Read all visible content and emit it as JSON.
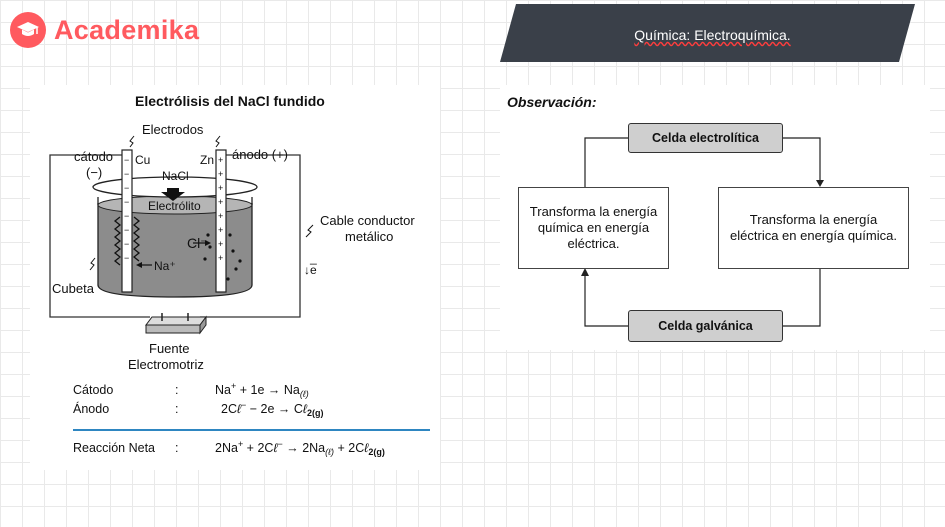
{
  "brand": {
    "name": "Academika",
    "color": "#ff5a5f"
  },
  "header": {
    "topic": "Química: Electroquímica."
  },
  "left": {
    "title": "Electrólisis del NaCl fundido",
    "labels": {
      "electrodos": "Electrodos",
      "catodo": "cátodo",
      "catodo_sign": "(−)",
      "anodo": "ánodo (+)",
      "cu": "Cu",
      "zn": "Zn",
      "nacl": "NaCl",
      "electrolito": "Electrólito",
      "cl_ion": "Cl⁻",
      "na_ion": "Na⁺",
      "cable": "Cable conductor",
      "cable2": "metálico",
      "e_arrow": "↓e̅",
      "cubeta": "Cubeta",
      "fuente": "Fuente",
      "fuente2": "Electromotriz"
    },
    "equations": {
      "catodo_label": "Cátodo",
      "anodo_label": "Ánodo",
      "neta_label": "Reacción Neta",
      "colon": ":"
    }
  },
  "right": {
    "observacion": "Observación:",
    "box_top": "Celda electrolítica",
    "box_left": "Transforma la energía química en energía eléctrica.",
    "box_right": "Transforma la energía eléctrica en energía química.",
    "box_bottom": "Celda galvánica"
  }
}
